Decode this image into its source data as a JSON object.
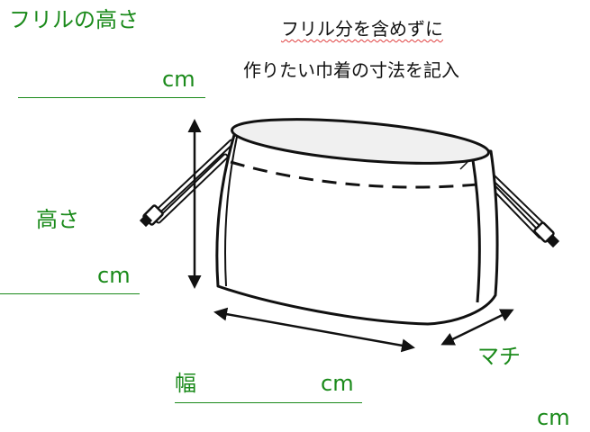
{
  "labels": {
    "frill_height": "フリルの高さ",
    "frill_unit": "cm",
    "height": "高さ",
    "height_unit": "cm",
    "width": "幅",
    "width_unit": "cm",
    "gusset": "マチ",
    "gusset_unit": "cm"
  },
  "note": {
    "line1": "フリル分を含めずに",
    "line2": "作りたい巾着の寸法を記入"
  },
  "colors": {
    "label_green": "#1a8a1a",
    "outline": "#111111",
    "bag_opening": "#f0f0f0",
    "spellcheck_underline": "#e04040"
  }
}
